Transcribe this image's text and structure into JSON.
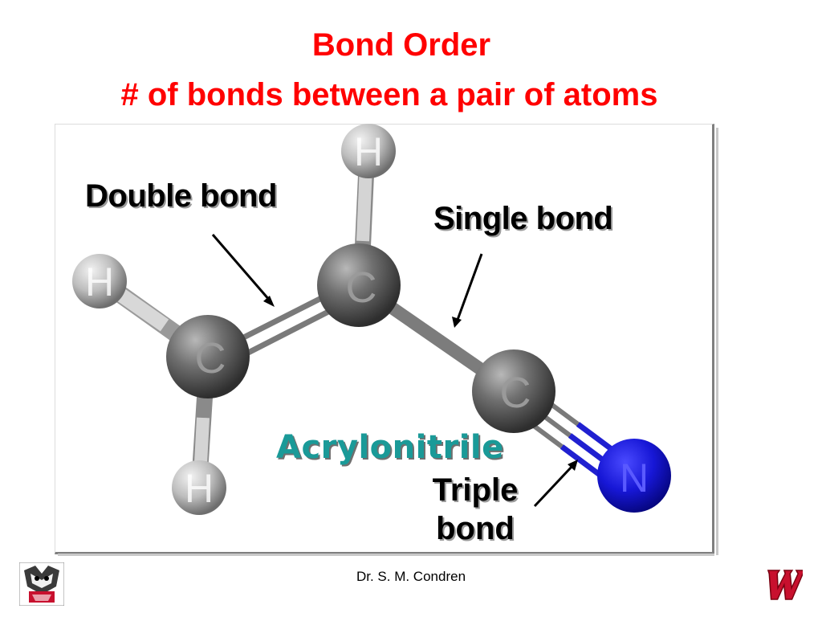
{
  "slide": {
    "title_line1": "Bond Order",
    "title_line2": "# of bonds between a pair of atoms",
    "footer": "Dr. S. M. Condren"
  },
  "labels": {
    "double_bond": "Double bond",
    "single_bond": "Single bond",
    "triple_bond_line1": "Triple",
    "triple_bond_line2": "bond",
    "molecule_name": "Acrylonitrile"
  },
  "atoms": {
    "h_top": "H",
    "h_left": "H",
    "h_bottom": "H",
    "c_left": "C",
    "c_center": "C",
    "c_right": "C",
    "n": "N"
  },
  "colors": {
    "title": "#ff0000",
    "molecule_name": "#1a9a98",
    "carbon": "#6a6a6a",
    "hydrogen": "#c8c8c8",
    "nitrogen": "#1515d8",
    "nitrogen_bond": "#2020d0"
  }
}
